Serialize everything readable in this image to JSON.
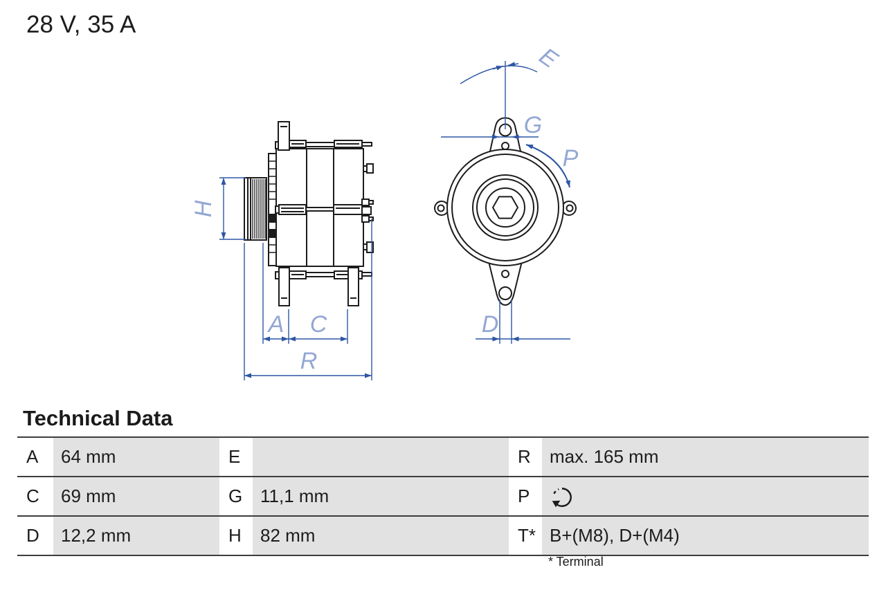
{
  "header": {
    "rating": "28 V, 35 A"
  },
  "diagram": {
    "labels": {
      "H": "H",
      "A": "A",
      "C": "C",
      "R": "R",
      "E": "E",
      "G": "G",
      "P": "P",
      "D": "D"
    },
    "line_color": "#2d56a5",
    "label_color": "#93a7d4",
    "views": [
      "alternator-side-view",
      "alternator-front-view"
    ]
  },
  "table": {
    "title": "Technical Data",
    "rows": [
      [
        {
          "label": "A",
          "value": "64 mm"
        },
        {
          "label": "E",
          "value": ""
        },
        {
          "label": "R",
          "value": "max. 165 mm"
        }
      ],
      [
        {
          "label": "C",
          "value": "69 mm"
        },
        {
          "label": "G",
          "value": "11,1 mm"
        },
        {
          "label": "P",
          "value": "",
          "icon": "clockwise-rotation-icon"
        }
      ],
      [
        {
          "label": "D",
          "value": "12,2 mm"
        },
        {
          "label": "H",
          "value": "82 mm"
        },
        {
          "label": "T*",
          "value": "B+(M8), D+(M4)"
        }
      ]
    ],
    "footnote": "* Terminal"
  }
}
